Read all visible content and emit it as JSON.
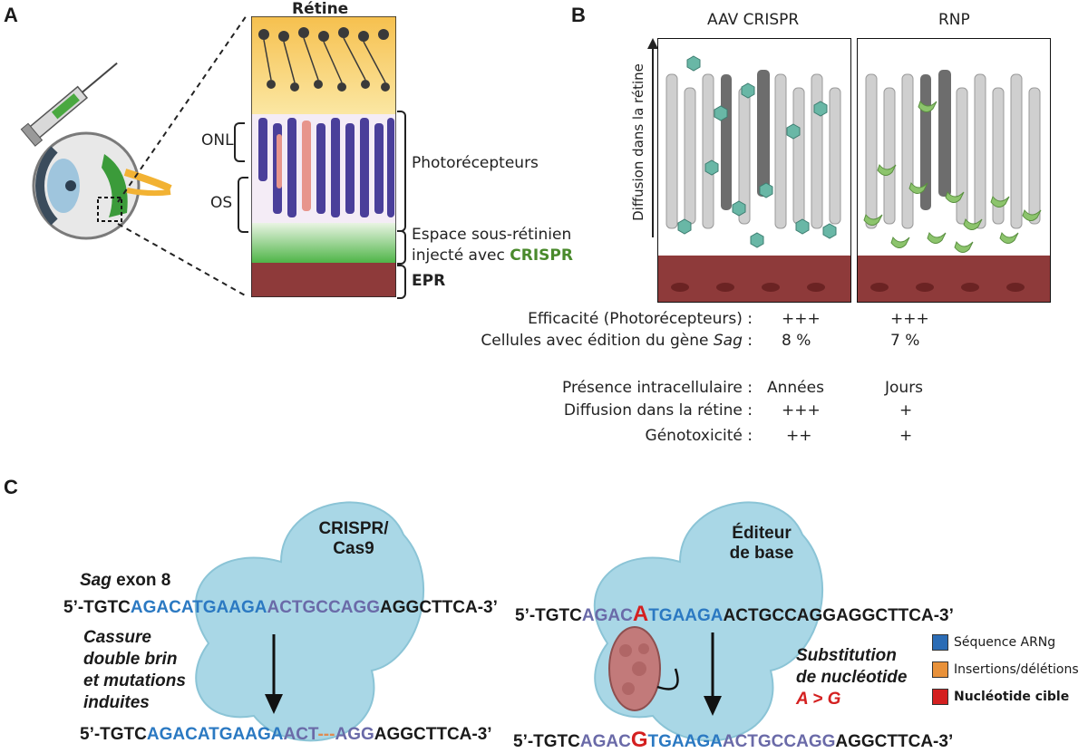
{
  "panel_a": {
    "letter": "A",
    "title": "Rétine",
    "onl": "ONL",
    "os": "OS",
    "photoreceptors": "Photorécepteurs",
    "subretinal_line1": "Espace sous-rétinien",
    "subretinal_line2": "injecté avec",
    "subretinal_crispr": "CRISPR",
    "epr": "EPR"
  },
  "panel_b": {
    "letter": "B",
    "col1": "AAV CRISPR",
    "col2": "RNP",
    "axis_label": "Diffusion dans la rétine",
    "rows": [
      {
        "label": "Efficacité (Photorécepteurs) :",
        "aav": "+++",
        "rnp": "+++"
      },
      {
        "label_prefix": "Cellules avec édition du gène ",
        "label_italic": "Sag",
        "label_suffix": " :",
        "aav": "8 %",
        "rnp": "7 %"
      },
      {
        "label": "Présence intracellulaire :",
        "aav": "Années",
        "rnp": "Jours"
      },
      {
        "label": "Diffusion dans la rétine :",
        "aav": "+++",
        "rnp": "+"
      },
      {
        "label": "Génotoxicité :",
        "aav": "++",
        "rnp": "+"
      }
    ]
  },
  "panel_c": {
    "letter": "C",
    "cloud1_label_line1": "CRISPR/",
    "cloud1_label_line2": "Cas9",
    "cloud2_label_line1": "Éditeur",
    "cloud2_label_line2": "de base",
    "gene_italic": "Sag",
    "gene_suffix": " exon 8",
    "seq1": {
      "a": "5’-TGTC",
      "b": "AGACATGAAGA",
      "c": "ACTGCCAGG",
      "d": "AGGCTTCA-3’"
    },
    "seq1_result": {
      "a": "5’-TGTC",
      "b": "AGACATGAAGA",
      "c": "ACT",
      "d": "---",
      "e": "AGG",
      "f": "AGGCTTCA-3’"
    },
    "cut_line1": "Cassure",
    "cut_line2": "double brin",
    "cut_line3": "et mutations",
    "cut_line4": "induites",
    "seq2": {
      "a": "5’-TGTC",
      "b": "AGAC",
      "c": "A",
      "d": "TGAAGA",
      "e": "ACTGCCAGGAGGCTTCA-3’"
    },
    "seq2_result": {
      "a": "5’-TGTC",
      "b": "AGAC",
      "c": "G",
      "d": "TGAAGA",
      "e": "ACTGCCAGG",
      "f": "AGGCTTCA-3’"
    },
    "subst_line1": "Substitution",
    "subst_line2": "de nucléotide",
    "subst_line3": "A > G",
    "legend": [
      {
        "label": "Séquence ARNg",
        "color": "#2b6cb5"
      },
      {
        "label": "Insertions/délétions",
        "color": "#e8913a"
      },
      {
        "label": "Nucléotide cible",
        "color": "#d42020"
      }
    ]
  }
}
